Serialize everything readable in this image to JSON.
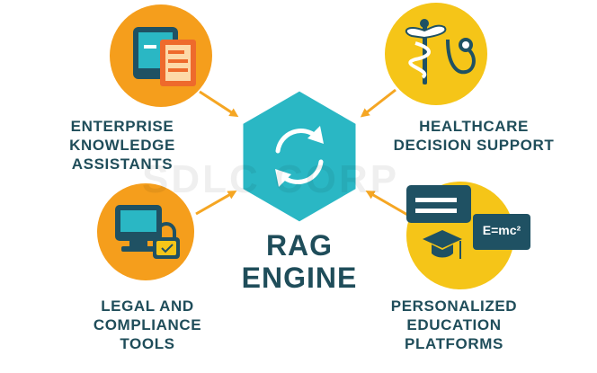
{
  "watermark": "SDLC CORP",
  "center": {
    "line1": "RAG",
    "line2": "ENGINE",
    "color": "#2ab7c4"
  },
  "nodes": {
    "enterprise": {
      "line1": "ENTERPRISE",
      "line2": "KNOWLEDGE",
      "line3": "ASSISTANTS",
      "icon": "laptop-document-icon",
      "color": "#f59e1c"
    },
    "healthcare": {
      "line1": "HEALTHCARE",
      "line2": "DECISION SUPPORT",
      "icon": "caduceus-stethoscope-icon",
      "color": "#f5c518"
    },
    "legal": {
      "line1": "LEGAL AND",
      "line2": "COMPLIANCE",
      "line3": "TOOLS",
      "icon": "monitor-lock-icon",
      "color": "#f59e1c"
    },
    "education": {
      "line1": "PERSONALIZED",
      "line2": "EDUCATION",
      "line3": "PLATFORMS",
      "icon": "graduation-cap-icon",
      "formula": "E=mc²",
      "color": "#f5c518"
    }
  },
  "colors": {
    "text": "#1f4d5a",
    "navy": "#1f5163",
    "arrow": "#f5a623"
  }
}
